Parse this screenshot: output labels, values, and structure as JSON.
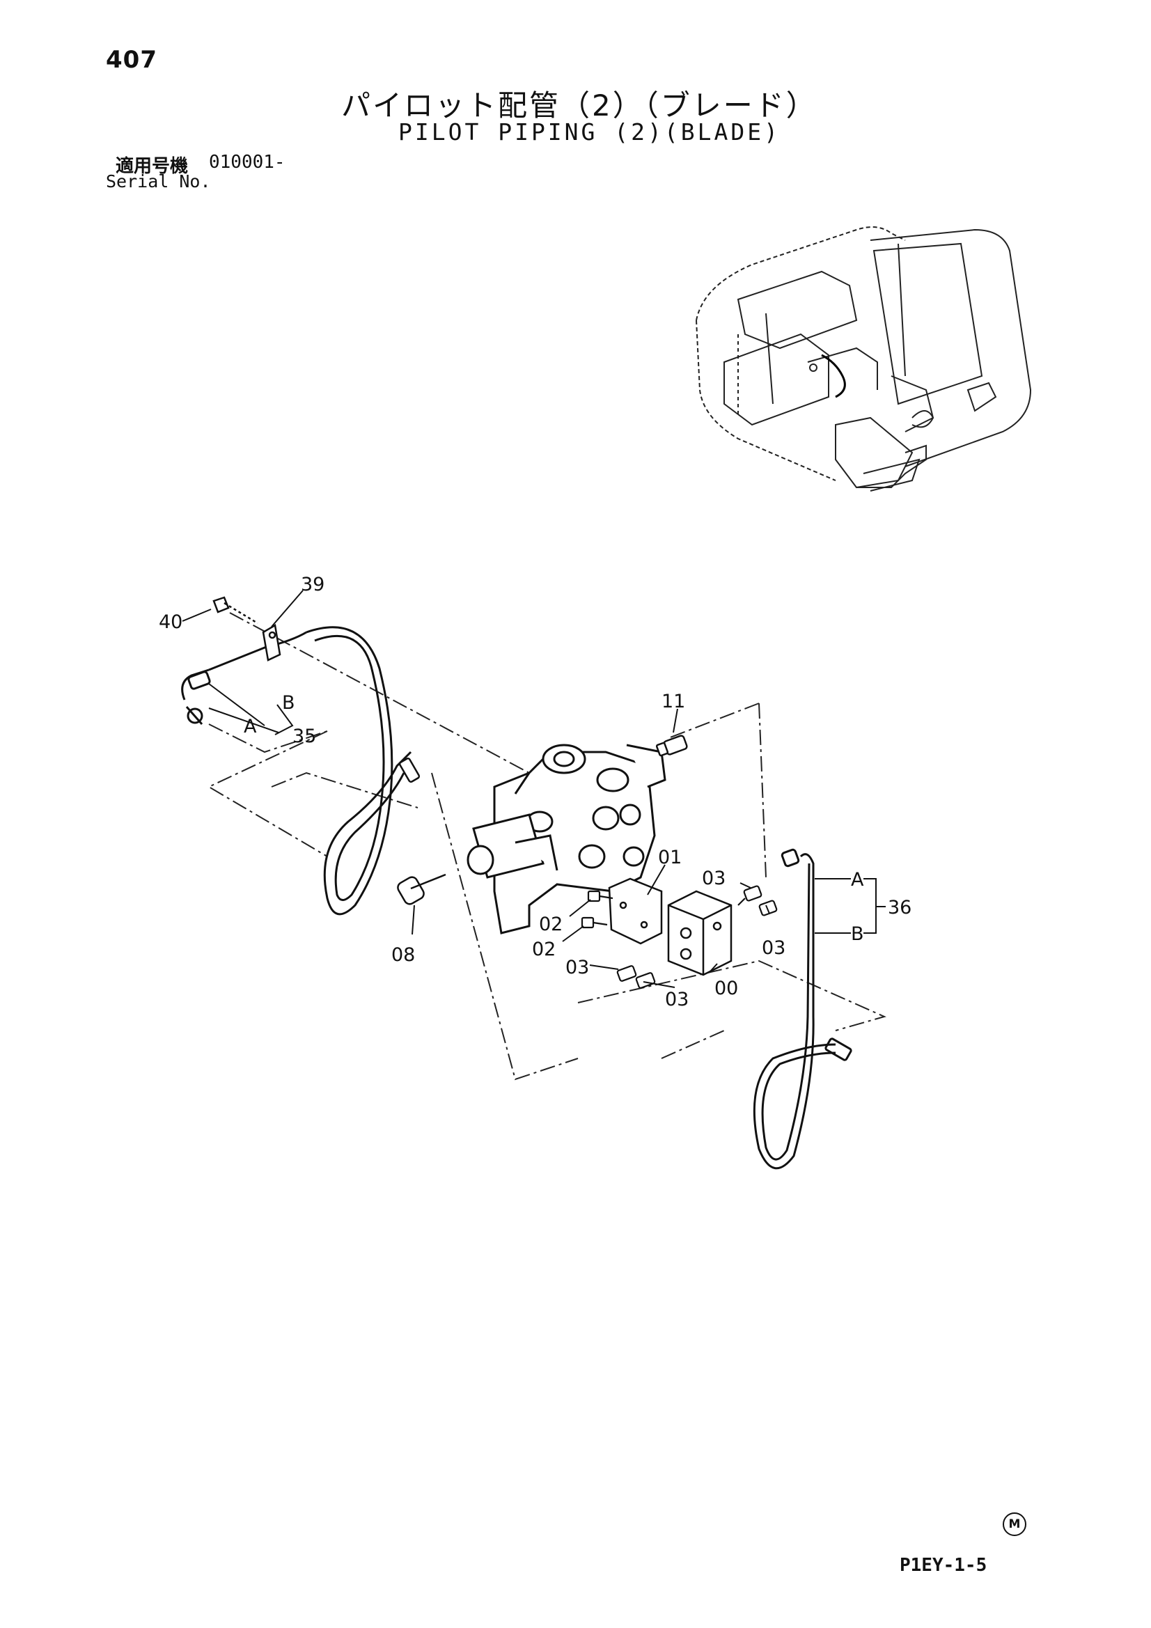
{
  "header": {
    "page_number": "407",
    "title_jp": "パイロット配管（2）（ブレード）",
    "title_en": "PILOT PIPING (2)(BLADE)",
    "serial_label_jp": "適用号機",
    "serial_value": "010001-",
    "serial_label_en": "Serial No."
  },
  "callouts": {
    "c39": "39",
    "c40": "40",
    "c35": "35",
    "b_left": "B",
    "a_left": "A",
    "c11": "11",
    "c01": "01",
    "c03_a": "03",
    "c03_b": "03",
    "c03_c": "03",
    "c03_d": "03",
    "c02_a": "02",
    "c02_b": "02",
    "c08": "08",
    "c00": "00",
    "a_right": "A",
    "b_right": "B",
    "c36": "36"
  },
  "footer": {
    "mark": "M",
    "code": "P1EY-1-5"
  }
}
